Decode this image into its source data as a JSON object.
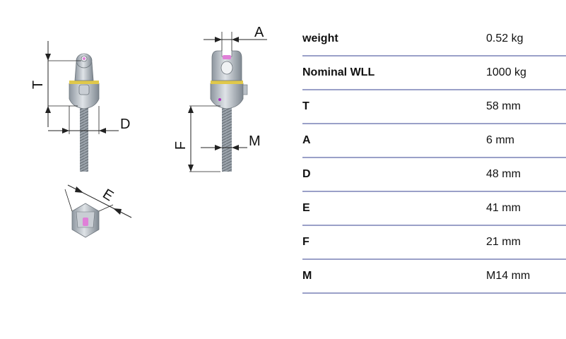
{
  "dimension_labels": {
    "T": "T",
    "A": "A",
    "D": "D",
    "F": "F",
    "M": "M",
    "E": "E"
  },
  "specs": [
    {
      "label": "weight",
      "value": "0.52 kg"
    },
    {
      "label": "Nominal WLL",
      "value": "1000 kg"
    },
    {
      "label": "T",
      "value": "58 mm"
    },
    {
      "label": "A",
      "value": "6 mm"
    },
    {
      "label": "D",
      "value": "48 mm"
    },
    {
      "label": "E",
      "value": "41 mm"
    },
    {
      "label": "F",
      "value": "21 mm"
    },
    {
      "label": "M",
      "value": "M14 mm"
    }
  ],
  "colors": {
    "row_divider": "#9aa0c8",
    "part_body": "#b8bfc6",
    "accent_ring": "#e0c84a",
    "pin": "#e080d8"
  }
}
